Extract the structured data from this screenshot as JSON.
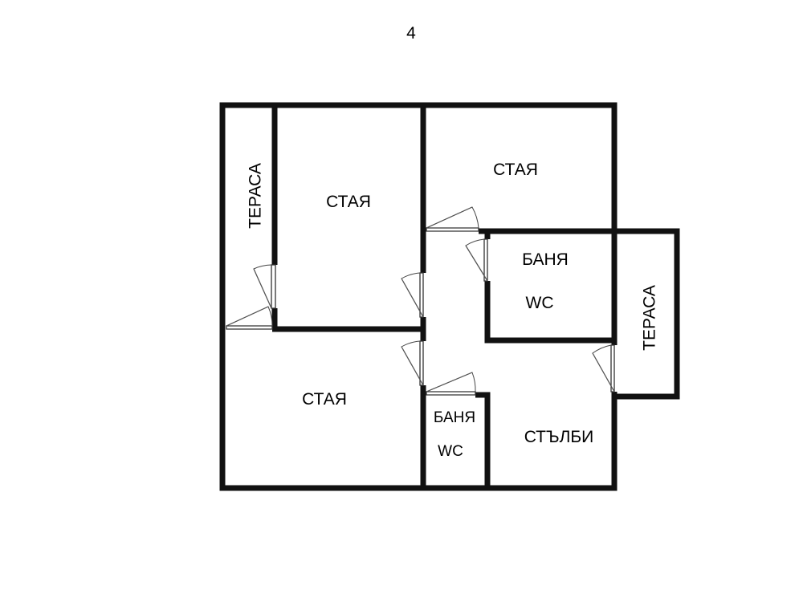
{
  "floor_label": "4",
  "rooms": {
    "terrace_west": "ТЕРАСА",
    "room_north_left": "СТАЯ",
    "room_north_right": "СТАЯ",
    "room_south_left": "СТАЯ",
    "bath_east": "БАНЯ",
    "wc_east": "WC",
    "terrace_east": "ТЕРАСА",
    "bath_center": "БАНЯ",
    "wc_center": "WC",
    "stairs": "СТЪЛБИ"
  },
  "colors": {
    "wall": "#111111",
    "background": "#ffffff"
  }
}
